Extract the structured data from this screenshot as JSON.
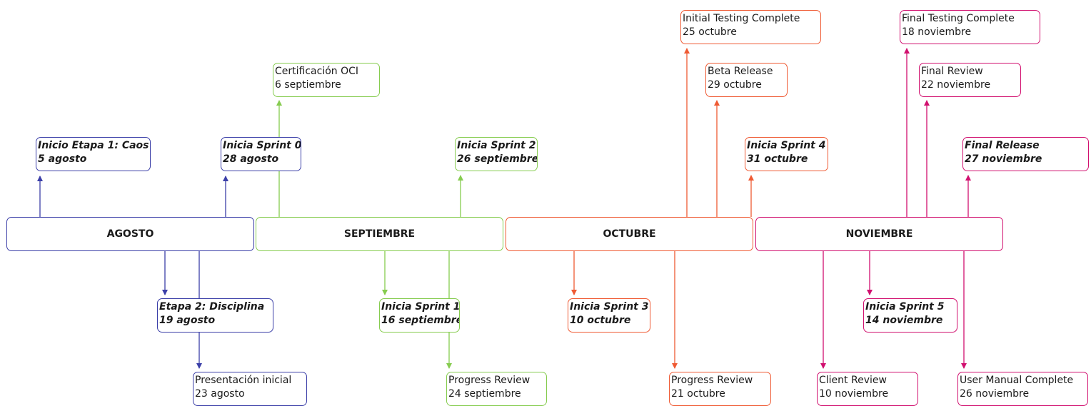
{
  "colors": {
    "blue": "#3b3fa8",
    "green": "#86cc4f",
    "orange": "#ef5a33",
    "magenta": "#d1106f"
  },
  "months": [
    {
      "label": "AGOSTO",
      "color": "blue"
    },
    {
      "label": "SEPTIEMBRE",
      "color": "green"
    },
    {
      "label": "OCTUBRE",
      "color": "orange"
    },
    {
      "label": "NOVIEMBRE",
      "color": "magenta"
    }
  ],
  "events": [
    {
      "title": "Inicio Etapa 1: Caos",
      "date": "5 agosto",
      "bold": true,
      "color": "blue"
    },
    {
      "title": "Inicia Sprint 0",
      "date": "28 agosto",
      "bold": true,
      "color": "blue"
    },
    {
      "title": "Etapa 2: Disciplina",
      "date": "19 agosto",
      "bold": true,
      "color": "blue"
    },
    {
      "title": "Presentación inicial",
      "date": "23 agosto",
      "bold": false,
      "color": "blue"
    },
    {
      "title": "Certificación OCI",
      "date": "6 septiembre",
      "bold": false,
      "color": "green"
    },
    {
      "title": "Inicia Sprint 2",
      "date": "26 septiembre",
      "bold": true,
      "color": "green"
    },
    {
      "title": "Inicia Sprint 1",
      "date": "16 septiembre",
      "bold": true,
      "color": "green"
    },
    {
      "title": "Progress Review",
      "date": "24 septiembre",
      "bold": false,
      "color": "green"
    },
    {
      "title": "Initial Testing Complete",
      "date": "25 octubre",
      "bold": false,
      "color": "orange"
    },
    {
      "title": "Beta Release",
      "date": "29 octubre",
      "bold": false,
      "color": "orange"
    },
    {
      "title": "Inicia Sprint 4",
      "date": "31 octubre",
      "bold": true,
      "color": "orange"
    },
    {
      "title": "Inicia Sprint 3",
      "date": "10 octubre",
      "bold": true,
      "color": "orange"
    },
    {
      "title": "Progress Review",
      "date": "21 octubre",
      "bold": false,
      "color": "orange"
    },
    {
      "title": "Final Testing Complete",
      "date": "18 noviembre",
      "bold": false,
      "color": "magenta"
    },
    {
      "title": "Final Review",
      "date": "22 noviembre",
      "bold": false,
      "color": "magenta"
    },
    {
      "title": "Final Release",
      "date": "27 noviembre",
      "bold": true,
      "color": "magenta"
    },
    {
      "title": "Inicia Sprint 5",
      "date": "14 noviembre",
      "bold": true,
      "color": "magenta"
    },
    {
      "title": "Client Review",
      "date": "10 noviembre",
      "bold": false,
      "color": "magenta"
    },
    {
      "title": "User Manual Complete",
      "date": "26 noviembre",
      "bold": false,
      "color": "magenta"
    }
  ]
}
